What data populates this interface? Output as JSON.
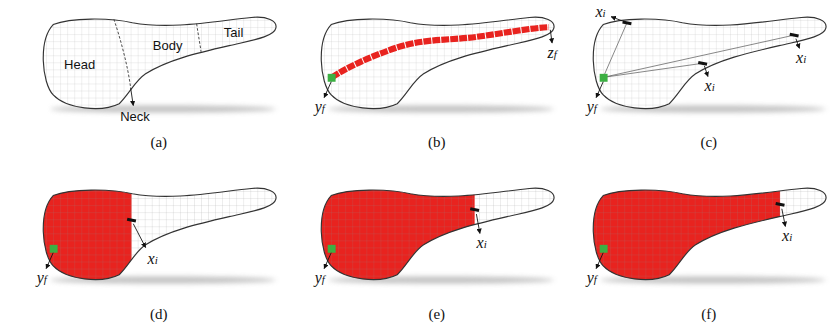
{
  "diagram": {
    "labels": [
      "Head",
      "Body",
      "Tail",
      "Neck",
      "(a)",
      "yf",
      "zf",
      "(b)",
      "xi",
      "xi",
      "xi",
      "yf",
      "(c)",
      "yf",
      "xi",
      "(d)",
      "yf",
      "xi",
      "(e)",
      "yf",
      "xi",
      "(f)"
    ]
  }
}
